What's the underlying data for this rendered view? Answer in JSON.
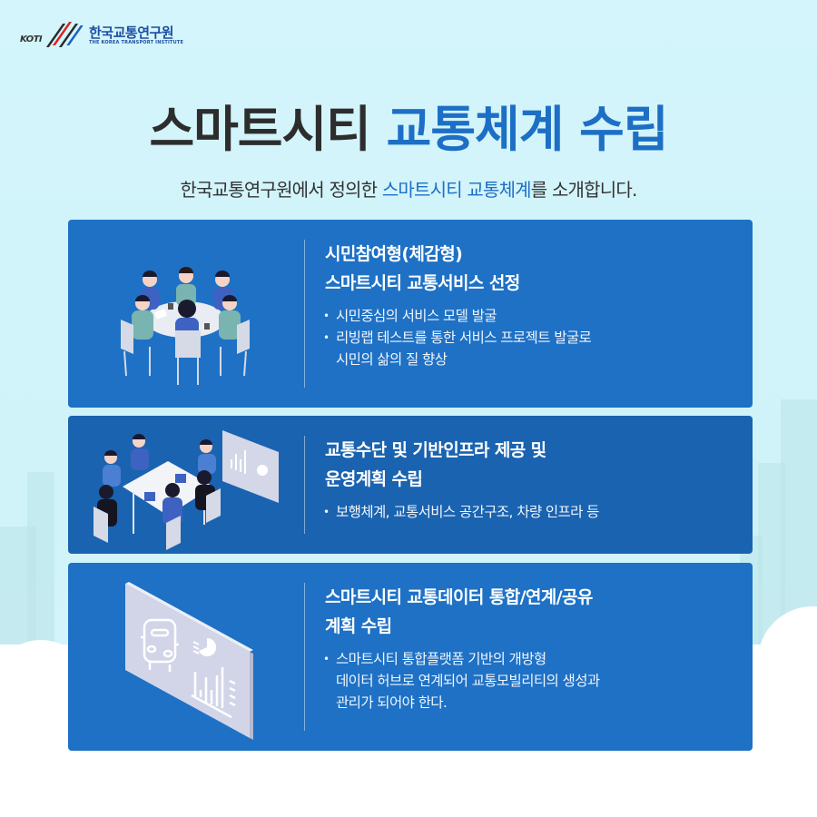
{
  "logo": {
    "mark_text": "KOTI",
    "name_ko": "한국교통연구원",
    "name_en": "THE KOREA TRANSPORT INSTITUTE"
  },
  "header": {
    "title_part1": "스마트시티",
    "title_part2": "교통체계 수립",
    "subtitle_before": "한국교통연구원에서 정의한 ",
    "subtitle_highlight": "스마트시티 교통체계",
    "subtitle_after": "를 소개합니다."
  },
  "colors": {
    "background": "#cff3f9",
    "title_dark": "#2d2d2d",
    "accent_blue": "#1d6fc6",
    "card_blue": "#1e71c5",
    "card_blue_dark": "#1a63b0"
  },
  "cards": [
    {
      "illustration": "round-table-meeting-illustration",
      "title_line1": "시민참여형(체감형)",
      "title_line2": "스마트시티 교통서비스 선정",
      "bullets": [
        "시민중심의 서비스 모델 발굴",
        "리빙랩 테스트를 통한 서비스 프로젝트 발굴로\n시민의 삶의 질 향상"
      ]
    },
    {
      "illustration": "presentation-meeting-illustration",
      "title_line1": "교통수단 및 기반인프라 제공 및",
      "title_line2": "운영계획 수립",
      "bullets": [
        "보행체계, 교통서비스 공간구조, 차량 인프라 등"
      ]
    },
    {
      "illustration": "data-dashboard-panel-illustration",
      "title_line1": "스마트시티 교통데이터 통합/연계/공유",
      "title_line2": "계획 수립",
      "bullets": [
        "스마트시티 통합플랫폼 기반의 개방형\n데이터 허브로 연계되어 교통모빌리티의 생성과\n관리가 되어야 한다."
      ]
    }
  ]
}
